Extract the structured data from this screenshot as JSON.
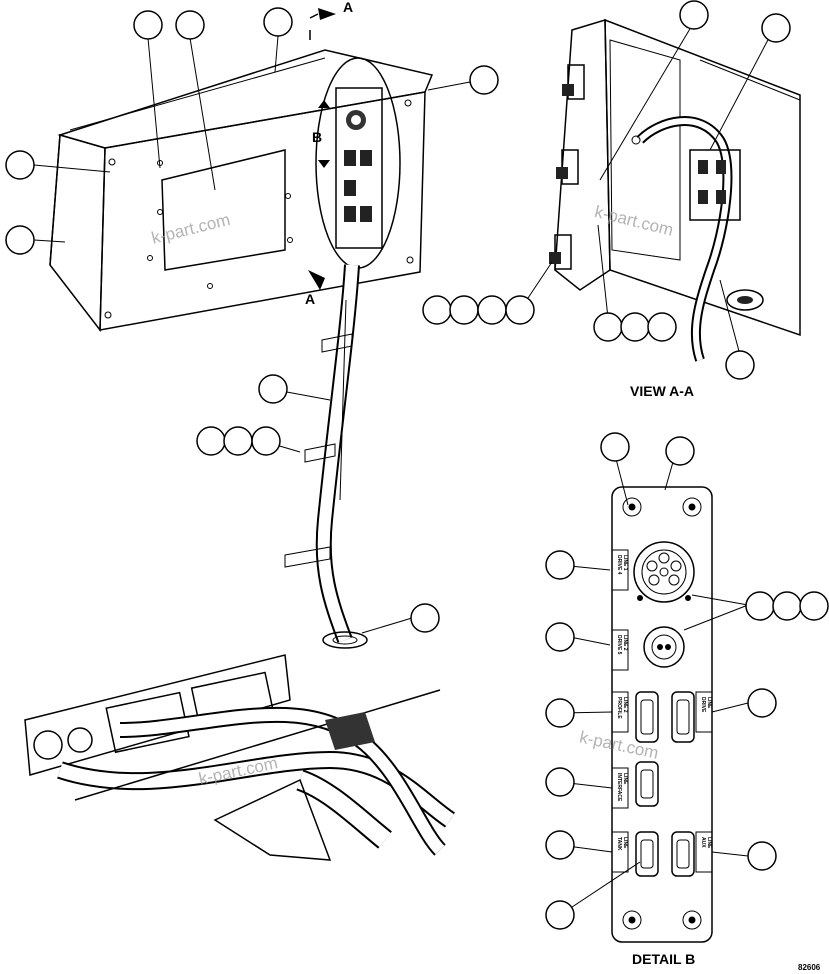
{
  "labels": {
    "view_a_a": "VIEW A-A",
    "detail_b": "DETAIL B",
    "section_a_top": "A",
    "section_a_bottom": "A",
    "detail_marker_b": "B",
    "drawing_number": "82606"
  },
  "panel_labels": {
    "l1": [
      "DRIVE 4",
      "LINE 1"
    ],
    "l2": [
      "DRIVE 5",
      "LINE 2"
    ],
    "l3": [
      "PROFILE",
      "LINE 2"
    ],
    "r3": [
      "DRIVE",
      "LINE"
    ],
    "l4": [
      "INTERFACE",
      "LINE"
    ],
    "l5": [
      "TANK",
      "LINE"
    ],
    "r5": [
      "AUX",
      "LINE"
    ]
  },
  "watermark": "k-part.com",
  "colors": {
    "ink": "#000000",
    "paper": "#ffffff",
    "watermark": "#9a9a9a"
  }
}
